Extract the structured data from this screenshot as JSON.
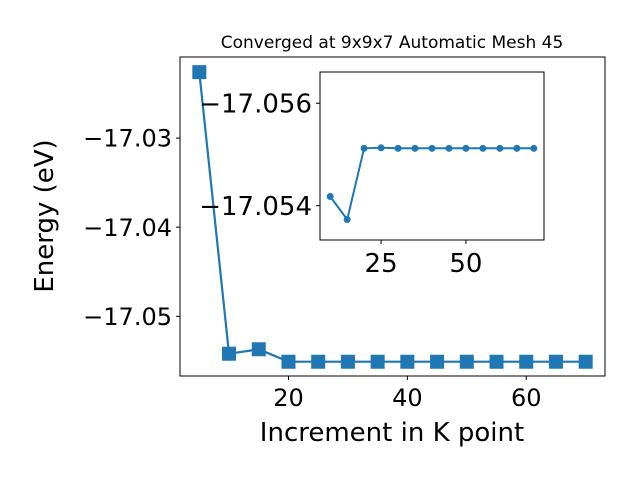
{
  "chart_data": [
    {
      "type": "line",
      "title": "Converged at 9x9x7 Automatic Mesh 45",
      "xlabel": "Increment in K point",
      "ylabel": "Energy (eV)",
      "x": [
        5,
        10,
        15,
        20,
        25,
        30,
        35,
        40,
        45,
        50,
        55,
        60,
        65,
        70
      ],
      "series": [
        {
          "marker": "square",
          "color": "#1f77b4",
          "values": [
            -17.0226,
            -17.0542,
            -17.0537,
            -17.0551,
            -17.0551,
            -17.0551,
            -17.0551,
            -17.0551,
            -17.0551,
            -17.0551,
            -17.0551,
            -17.0551,
            -17.0551,
            -17.0551
          ]
        }
      ],
      "xlim": [
        1.75,
        73.25
      ],
      "ylim": [
        -17.0567,
        -17.0209
      ],
      "xticks": [
        20,
        40,
        60
      ],
      "xtick_labels": [
        "20",
        "40",
        "60"
      ],
      "yticks": [
        -17.03,
        -17.04,
        -17.05
      ],
      "ytick_labels": [
        "−17.03",
        "−17.04",
        "−17.05"
      ],
      "grid": false,
      "legend": "none"
    },
    {
      "type": "line",
      "title": "",
      "inset": true,
      "x": [
        10,
        15,
        20,
        25,
        30,
        35,
        40,
        45,
        50,
        55,
        60,
        65,
        70
      ],
      "series": [
        {
          "marker": "circle",
          "color": "#1f77b4",
          "values": [
            -17.05418,
            -17.05373,
            -17.05512,
            -17.05513,
            -17.05512,
            -17.05512,
            -17.05512,
            -17.05512,
            -17.05512,
            -17.05512,
            -17.05512,
            -17.05512,
            -17.05512
          ]
        }
      ],
      "xlim": [
        7,
        73
      ],
      "ylim": [
        -17.05333,
        -17.05661
      ],
      "y_inverted": true,
      "xticks": [
        25,
        50
      ],
      "xtick_labels": [
        "25",
        "50"
      ],
      "yticks": [
        -17.056,
        -17.054
      ],
      "ytick_labels": [
        "−17.056",
        "−17.054"
      ],
      "grid": false,
      "legend": "none"
    }
  ]
}
